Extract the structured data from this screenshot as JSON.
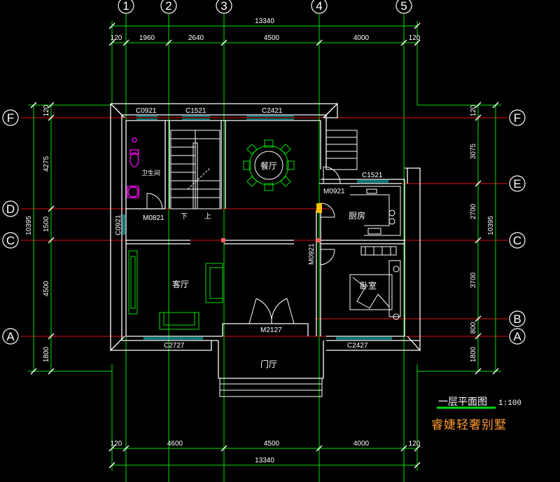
{
  "plan": {
    "top_overall": "13340",
    "top_segments": [
      "120",
      "1960",
      "2640",
      "4500",
      "4000",
      "120"
    ],
    "bottom_overall": "13340",
    "bottom_segments": [
      "120",
      "4600",
      "4500",
      "4000",
      "120"
    ],
    "left_overall": "10395",
    "left_segments": [
      "120",
      "4275",
      "1500",
      "4500",
      "1800"
    ],
    "right_overall": "10395",
    "right_segments": [
      "120",
      "3075",
      "2700",
      "3700",
      "800",
      "1800"
    ],
    "axes_top": [
      "1",
      "2",
      "3",
      "4",
      "5"
    ],
    "axes_left": [
      "F",
      "D",
      "C",
      "A"
    ],
    "axes_right": [
      "F",
      "E",
      "C",
      "B",
      "A"
    ],
    "openings": {
      "c0921_top": "C0921",
      "c1521_top": "C1521",
      "c2421": "C2421",
      "c1521_kitchen": "C1521",
      "m0921_kitchen": "M0921",
      "m0821": "M0821",
      "c0921_left": "C0921",
      "m0921_bedroom": "M0921",
      "m2127": "M2127",
      "c2727": "C2727",
      "c2427": "C2427"
    },
    "rooms": {
      "bathroom": "卫生间",
      "dining": "餐厅",
      "kitchen": "厨房",
      "living": "客厅",
      "bedroom": "卧室",
      "foyer": "门厅",
      "stair_down": "下",
      "stair_up": "上"
    },
    "drawing_title": "一层平面图",
    "scale": "1:100",
    "project_name": "睿婕轻奢别墅"
  },
  "colors": {
    "background": "#000000",
    "wall": "#ffffff",
    "dimension": "#00ff00",
    "axis_line": "#ff2020",
    "window": "#00ffff",
    "furniture": "#00ff00",
    "door": "#ffffff",
    "fixture": "#ff00ff",
    "project_name": "#ff9a30",
    "column": "#ffc000"
  }
}
